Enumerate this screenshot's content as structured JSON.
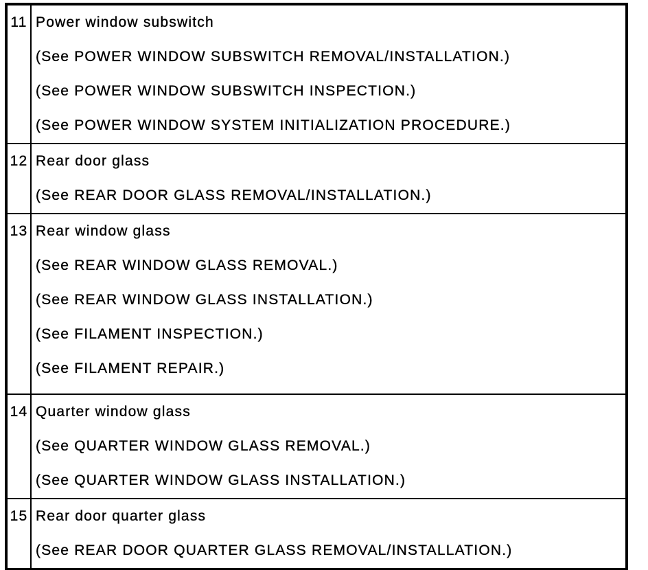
{
  "colors": {
    "ink": "#000000",
    "paper": "#ffffff"
  },
  "table": {
    "description": "Service manual parts index table, items 11-15",
    "rows": [
      {
        "number": "11",
        "title": "Power window subswitch",
        "references": [
          "(See POWER WINDOW SUBSWITCH REMOVAL/INSTALLATION.)",
          "(See POWER WINDOW SUBSWITCH INSPECTION.)",
          "(See POWER WINDOW SYSTEM INITIALIZATION PROCEDURE.)"
        ]
      },
      {
        "number": "12",
        "title": "Rear door glass",
        "references": [
          "(See REAR DOOR GLASS REMOVAL/INSTALLATION.)"
        ]
      },
      {
        "number": "13",
        "title": "Rear window glass",
        "references": [
          "(See REAR WINDOW GLASS REMOVAL.)",
          "(See REAR WINDOW GLASS INSTALLATION.)",
          "(See FILAMENT INSPECTION.)",
          "(See FILAMENT REPAIR.)"
        ]
      },
      {
        "number": "14",
        "title": "Quarter window glass",
        "references": [
          "(See QUARTER WINDOW GLASS REMOVAL.)",
          "(See QUARTER WINDOW GLASS INSTALLATION.)"
        ]
      },
      {
        "number": "15",
        "title": "Rear door quarter glass",
        "references": [
          "(See REAR DOOR QUARTER GLASS REMOVAL/INSTALLATION.)"
        ]
      }
    ]
  }
}
